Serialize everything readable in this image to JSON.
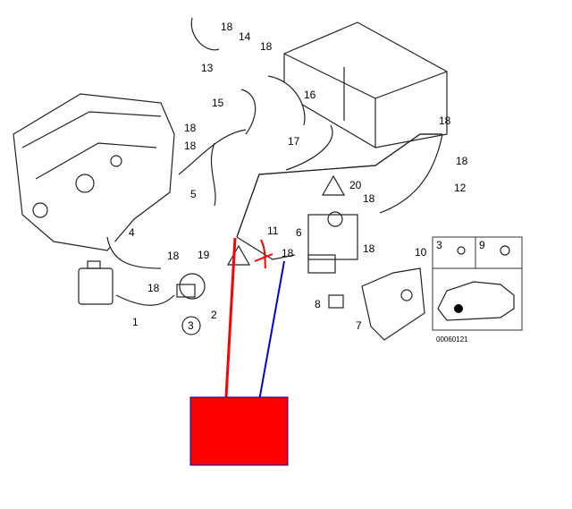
{
  "diagram": {
    "callouts": [
      "18",
      "14",
      "18",
      "13",
      "15",
      "16",
      "18",
      "18",
      "17",
      "18",
      "18",
      "12",
      "5",
      "20",
      "18",
      "4",
      "11",
      "6",
      "18",
      "19",
      "18",
      "18",
      "18",
      "10",
      "8",
      "7",
      "1",
      "2",
      "3"
    ],
    "inset_labels": [
      "3",
      "9"
    ],
    "catalog_number": "00060121",
    "annotation_colors": {
      "red": "#ff0000",
      "blue": "#0000dd"
    }
  }
}
